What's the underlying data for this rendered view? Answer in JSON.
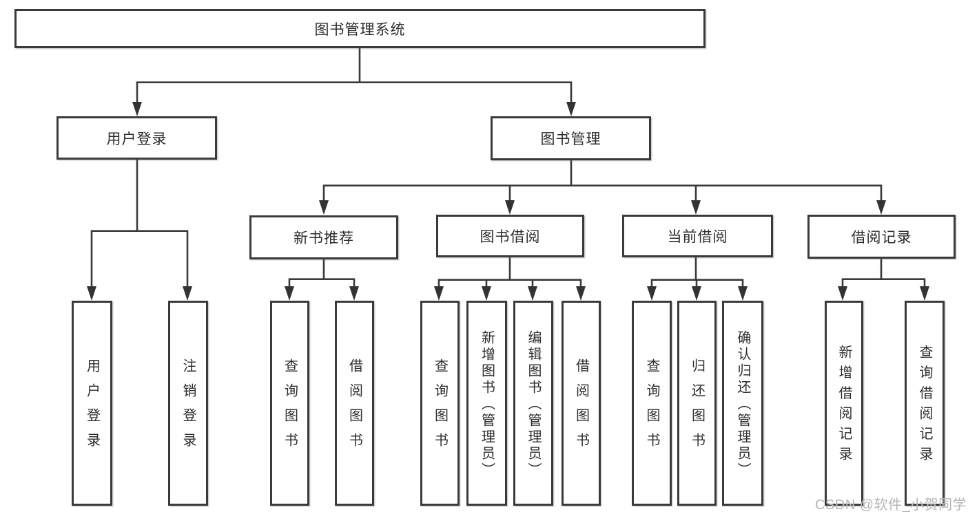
{
  "diagram": {
    "type": "function-structure-tree",
    "title": "图书管理系统"
  },
  "nodes": {
    "root": {
      "label": "图书管理系统"
    },
    "user_login": {
      "label": "用户登录"
    },
    "book_management": {
      "label": "图书管理"
    },
    "new_book_recommend": {
      "label": "新书推荐"
    },
    "book_borrow": {
      "label": "图书借阅"
    },
    "current_borrow": {
      "label": "当前借阅"
    },
    "borrow_records": {
      "label": "借阅记录"
    }
  },
  "leaves": [
    {
      "label": "用户登录",
      "parent": "用户登录"
    },
    {
      "label": "注销登录",
      "parent": "用户登录"
    },
    {
      "label": "查询图书",
      "parent": "新书推荐"
    },
    {
      "label": "借阅图书",
      "parent": "新书推荐"
    },
    {
      "label": "查询图书",
      "parent": "图书借阅"
    },
    {
      "label": "新增图书（管理员）",
      "parent": "图书借阅"
    },
    {
      "label": "编辑图书（管理员）",
      "parent": "图书借阅"
    },
    {
      "label": "借阅图书",
      "parent": "图书借阅"
    },
    {
      "label": "查询图书",
      "parent": "当前借阅"
    },
    {
      "label": "归还图书",
      "parent": "当前借阅"
    },
    {
      "label": "确认归还（管理员）",
      "parent": "当前借阅"
    },
    {
      "label": "新增借阅记录",
      "parent": "借阅记录"
    },
    {
      "label": "查询借阅记录",
      "parent": "借阅记录"
    }
  ],
  "hierarchy": {
    "图书管理系统": [
      "用户登录",
      "图书管理"
    ],
    "用户登录": [
      "用户登录",
      "注销登录"
    ],
    "图书管理": [
      "新书推荐",
      "图书借阅",
      "当前借阅",
      "借阅记录"
    ],
    "新书推荐": [
      "查询图书",
      "借阅图书"
    ],
    "图书借阅": [
      "查询图书",
      "新增图书（管理员）",
      "编辑图书（管理员）",
      "借阅图书"
    ],
    "当前借阅": [
      "查询图书",
      "归还图书",
      "确认归还（管理员）"
    ],
    "借阅记录": [
      "新增借阅记录",
      "查询借阅记录"
    ]
  },
  "watermark": {
    "text": "CSDN @软件_小贺同学",
    "color": "#b5b5b5"
  },
  "colors": {
    "background": "#ffffff",
    "line": "#3a3a3a",
    "box_border": "#3a3a3a",
    "text": "#2c2c2c"
  }
}
